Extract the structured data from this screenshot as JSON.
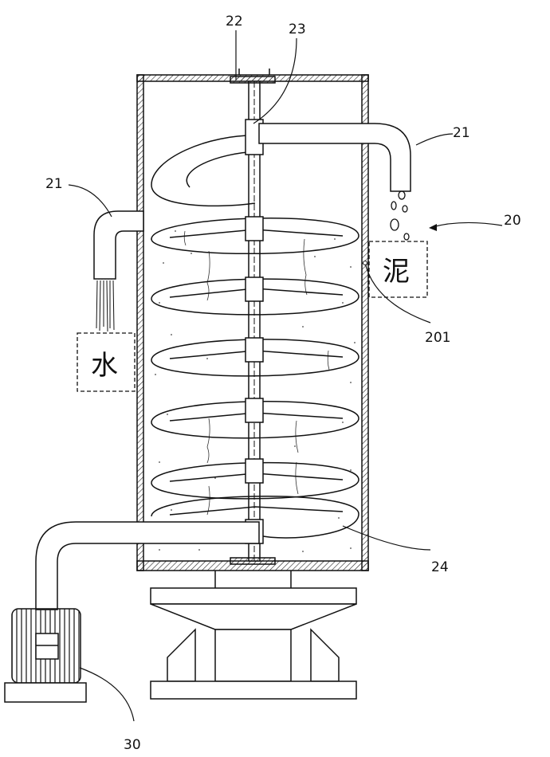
{
  "labels": {
    "l22": "22",
    "l23": "23",
    "l21_right": "21",
    "l21_left": "21",
    "l20": "20",
    "l201": "201",
    "l24": "24",
    "l30": "30"
  },
  "boxes": {
    "water": "水",
    "mud": "泥"
  }
}
